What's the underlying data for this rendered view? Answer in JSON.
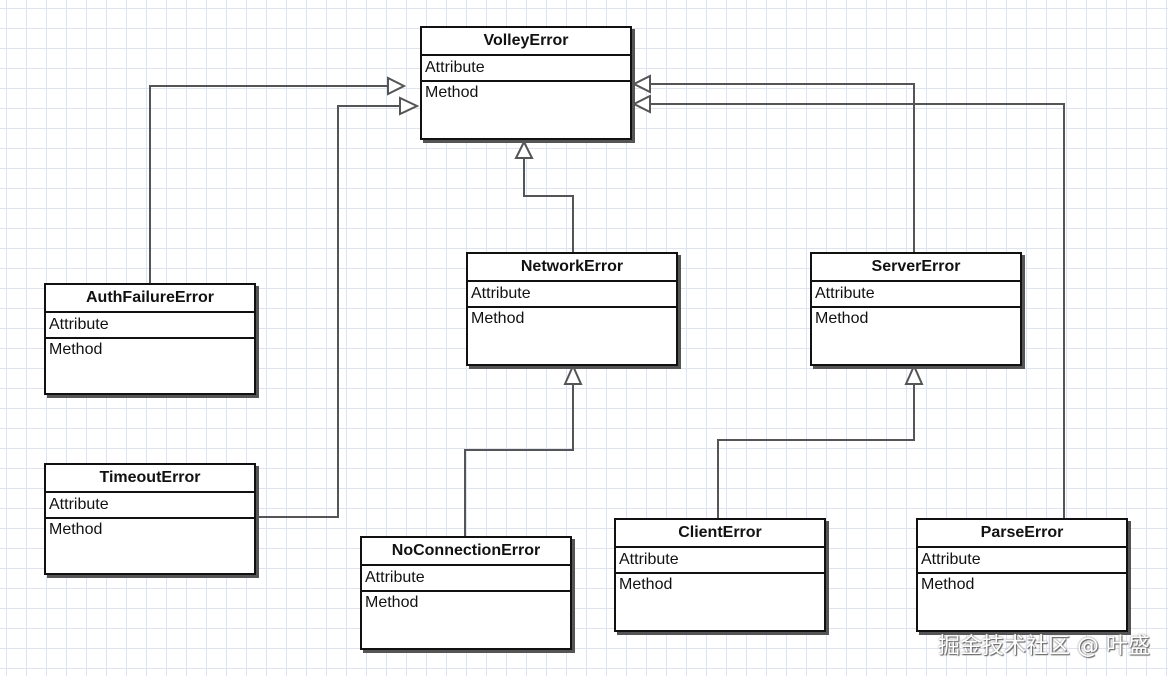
{
  "classes": {
    "volley_error": {
      "name": "VolleyError",
      "attribute": "Attribute",
      "method": "Method"
    },
    "auth_failure_error": {
      "name": "AuthFailureError",
      "attribute": "Attribute",
      "method": "Method"
    },
    "timeout_error": {
      "name": "TimeoutError",
      "attribute": "Attribute",
      "method": "Method"
    },
    "network_error": {
      "name": "NetworkError",
      "attribute": "Attribute",
      "method": "Method"
    },
    "server_error": {
      "name": "ServerError",
      "attribute": "Attribute",
      "method": "Method"
    },
    "no_connection_error": {
      "name": "NoConnectionError",
      "attribute": "Attribute",
      "method": "Method"
    },
    "client_error": {
      "name": "ClientError",
      "attribute": "Attribute",
      "method": "Method"
    },
    "parse_error": {
      "name": "ParseError",
      "attribute": "Attribute",
      "method": "Method"
    }
  },
  "relationships": [
    {
      "child": "AuthFailureError",
      "parent": "VolleyError",
      "type": "generalization"
    },
    {
      "child": "TimeoutError",
      "parent": "VolleyError",
      "type": "generalization"
    },
    {
      "child": "NetworkError",
      "parent": "VolleyError",
      "type": "generalization"
    },
    {
      "child": "ServerError",
      "parent": "VolleyError",
      "type": "generalization"
    },
    {
      "child": "ParseError",
      "parent": "VolleyError",
      "type": "generalization"
    },
    {
      "child": "NoConnectionError",
      "parent": "NetworkError",
      "type": "generalization"
    },
    {
      "child": "ClientError",
      "parent": "ServerError",
      "type": "generalization"
    }
  ],
  "watermark": "掘金技术社区 @ 叶盛"
}
